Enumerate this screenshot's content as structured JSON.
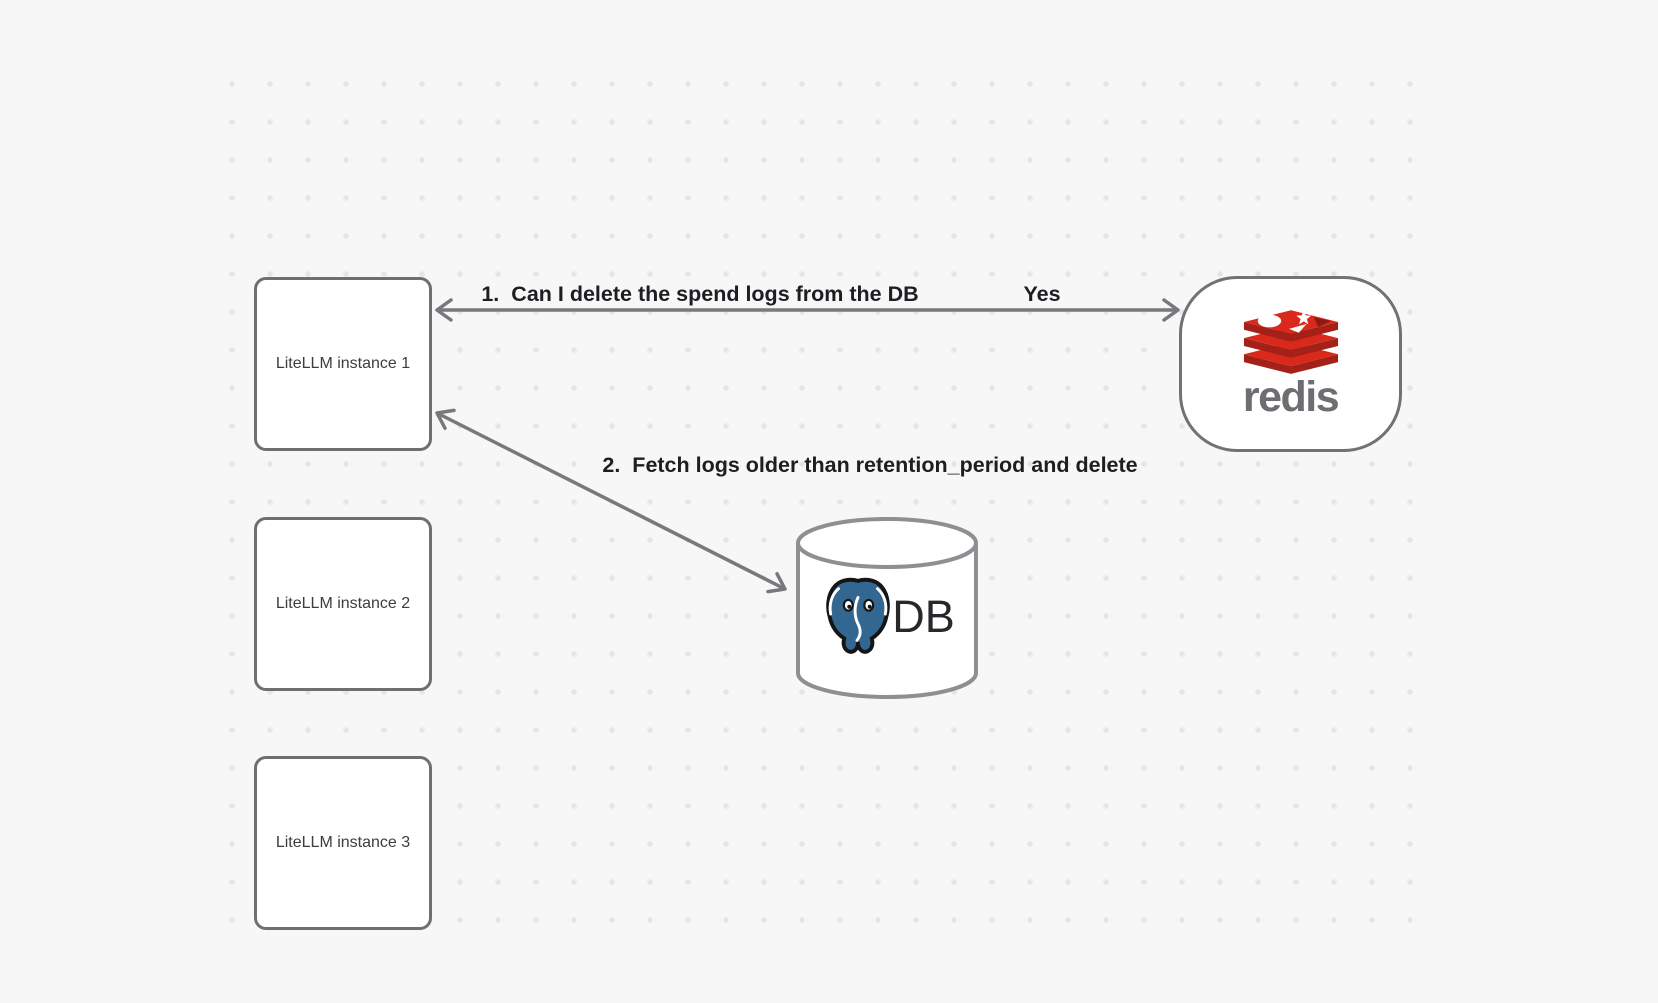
{
  "diagram": {
    "nodes": {
      "litellm_instances": [
        {
          "label": "LiteLLM instance 1"
        },
        {
          "label": "LiteLLM instance 2"
        },
        {
          "label": "LiteLLM instance 3"
        }
      ],
      "redis": {
        "wordmark": "redis"
      },
      "db": {
        "label": "DB"
      }
    },
    "edges": [
      {
        "number": "1.",
        "text": "Can I delete the spend logs from the DB",
        "response": "Yes"
      },
      {
        "number": "2.",
        "text": "Fetch logs older than retention_period and delete"
      }
    ],
    "icons": {
      "redis_logo": "redis-stack-logo",
      "postgres_logo": "postgresql-elephant-logo",
      "db_cylinder": "database-cylinder"
    },
    "colors": {
      "background": "#f7f7f8",
      "grid_dot": "#e5e5e8",
      "stroke_gray": "#78787d",
      "label_text": "#1e1e22",
      "node_text": "#3c3c41",
      "redis_red": "#d9281c",
      "redis_dark_red": "#a32117",
      "postgres_blue": "#336791"
    }
  }
}
